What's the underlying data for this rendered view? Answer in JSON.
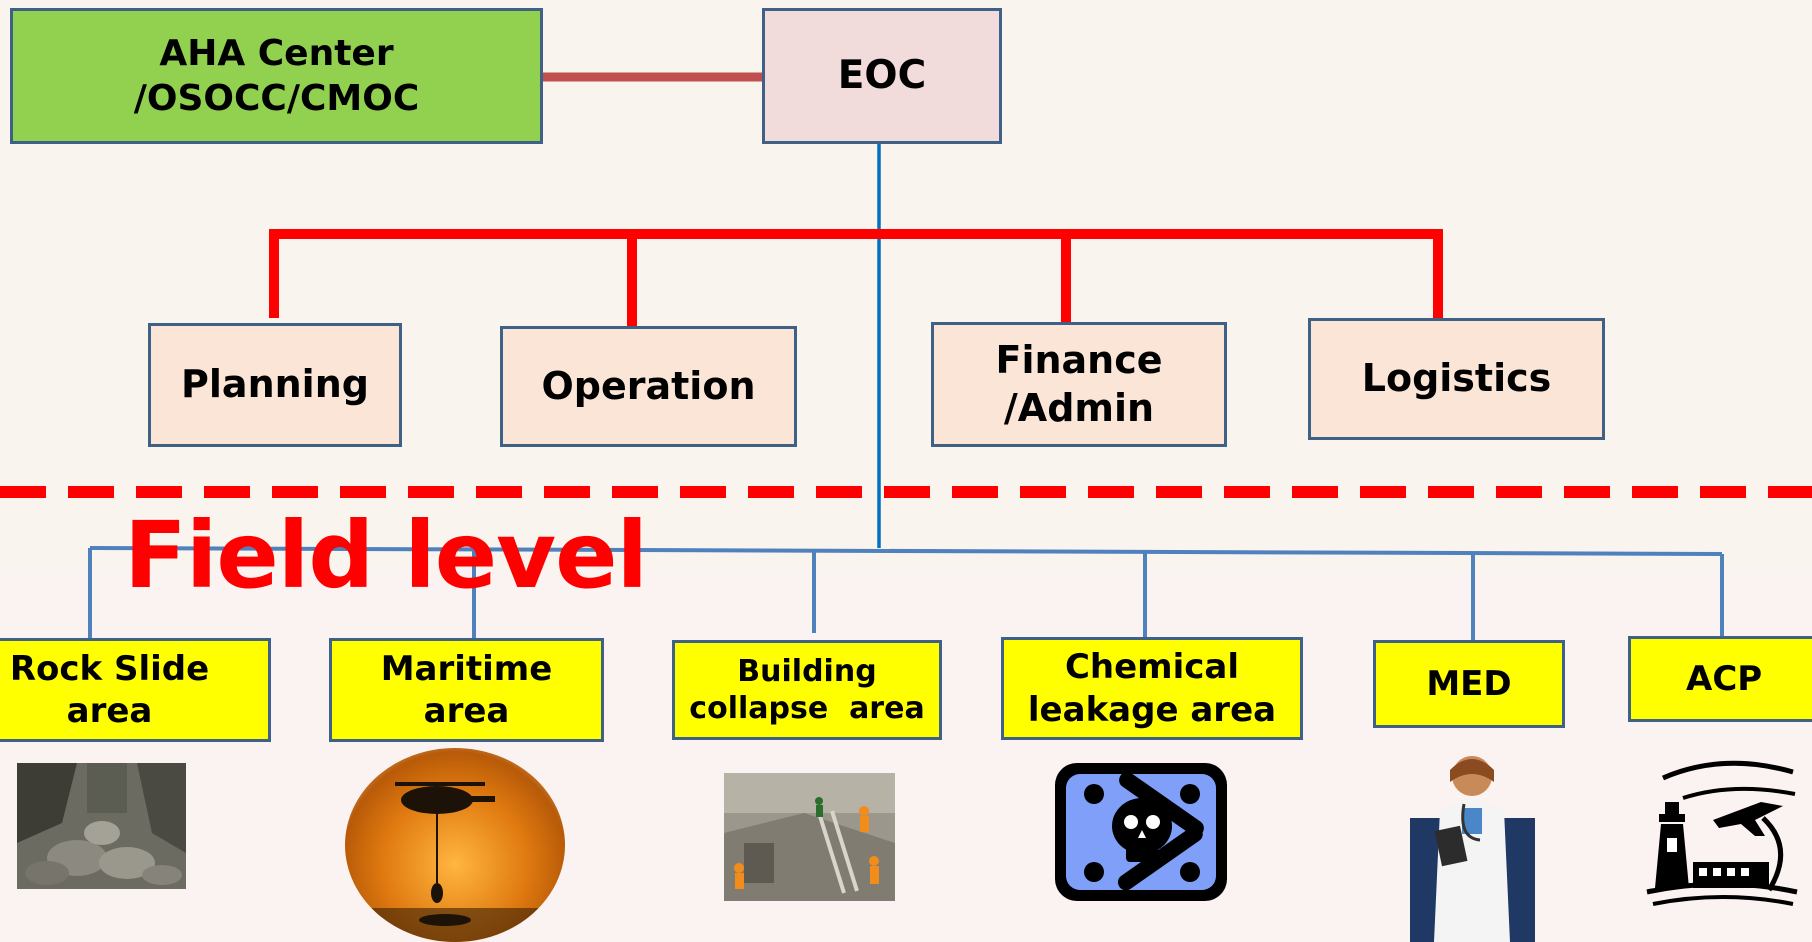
{
  "top": {
    "aha_center": "AHA Center /OSOCC/CMOC",
    "eoc": "EOC"
  },
  "sections": {
    "planning": "Planning",
    "operation": "Operation",
    "finance_admin": [
      "Finance",
      "/Admin"
    ],
    "logistics": "Logistics"
  },
  "field_level": {
    "title": "Field level",
    "areas": {
      "rock_slide": "Rock Slide area",
      "maritime": [
        "Maritime",
        "area"
      ],
      "building_collapse": [
        "Building",
        "collapse  area"
      ],
      "chemical_leakage": [
        "Chemical",
        "leakage area"
      ],
      "med": "MED",
      "acp": "ACP"
    }
  },
  "images": {
    "rock_slide_photo": "rock-slide-photo",
    "maritime_photo": "helicopter-rescue-photo",
    "building_photo": "building-collapse-photo",
    "chemical_icon": "skull-crossbones-icon",
    "med_icon": "doctor-icon",
    "acp_icon": "airport-lighthouse-icon"
  },
  "colors": {
    "eoc_fill": "#f2dcdb",
    "aha_fill": "#92d050",
    "dept_fill": "#fbe5d6",
    "field_fill": "#ffff00",
    "red_line": "#ff0000",
    "link_line": "#c0504d",
    "blue_line": "#0070c0",
    "border": "#3f6188"
  }
}
